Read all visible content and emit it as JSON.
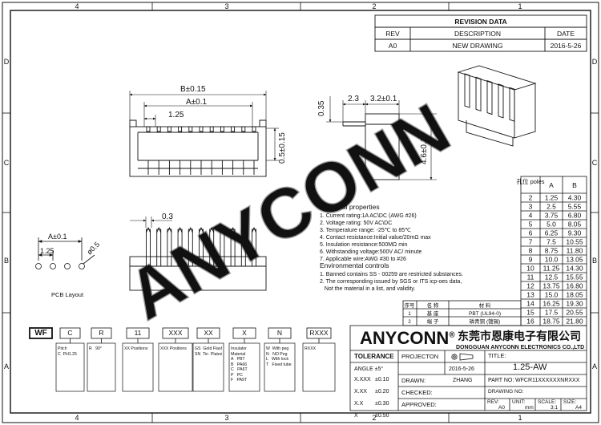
{
  "border": {
    "cols_top": [
      "4",
      "3",
      "2",
      "1"
    ],
    "cols_bottom": [
      "4",
      "3",
      "2",
      "1"
    ],
    "rows_left": [
      "D",
      "C",
      "B",
      "A"
    ],
    "rows_right": [
      "D",
      "C",
      "B",
      "A"
    ]
  },
  "watermark": "ANYCONN",
  "revision": {
    "title": "REVISION DATA",
    "headers": [
      "REV",
      "DESCRIPTION",
      "DATE"
    ],
    "row": [
      "A0",
      "NEW DRAWING",
      "2016-5-26"
    ]
  },
  "dims": {
    "b": "B±0.15",
    "a": "A±0.1",
    "pitch": "1.25",
    "d05": "0.5±0.15",
    "d035": "0.35",
    "d23": "2.3",
    "d32": "3.2±0.1",
    "d46": "4.6±0.1",
    "d03": "0.3",
    "pcb_a": "A±0.1",
    "pcb_pitch": "1.25",
    "pcb_hole": "ø0.5",
    "pcb_label": "PCB Layout"
  },
  "specs": {
    "elec_title": "Electrical properties",
    "elec": [
      "1. Current rating:1A AC\\DC (AWG #26)",
      "2. Voltage rating: 50V AC\\DC",
      "3. Temperature range: -25℃ to 85℃",
      "4. Contact resistance:Initial value/20mΩ max",
      "5. Insulation resistance:500MΩ min",
      "6. Withstanding voltage:500V AC/ minute",
      "7. Applicable wire:AWG #30 to #26"
    ],
    "env_title": "Environmental controls",
    "env": [
      "1. Banned contains SS - 00259 are restricted substances.",
      "2. The corresponding issued by SGS or ITS icp-oes data,",
      "   Not the material in a list, and validity."
    ]
  },
  "dim_table": {
    "header": [
      "孔位 poles",
      "A",
      "B"
    ],
    "rows": [
      [
        "2",
        "1.25",
        "4.30"
      ],
      [
        "3",
        "2.5",
        "5.55"
      ],
      [
        "4",
        "3.75",
        "6.80"
      ],
      [
        "5",
        "5.0",
        "8.05"
      ],
      [
        "6",
        "6.25",
        "9.30"
      ],
      [
        "7",
        "7.5",
        "10.55"
      ],
      [
        "8",
        "8.75",
        "11.80"
      ],
      [
        "9",
        "10.0",
        "13.05"
      ],
      [
        "10",
        "11.25",
        "14.30"
      ],
      [
        "11",
        "12.5",
        "15.55"
      ],
      [
        "12",
        "13.75",
        "16.80"
      ],
      [
        "13",
        "15.0",
        "18.05"
      ],
      [
        "14",
        "16.25",
        "19.30"
      ],
      [
        "15",
        "17.5",
        "20.55"
      ],
      [
        "16",
        "18.75",
        "21.80"
      ]
    ]
  },
  "materials": {
    "header": [
      "序号",
      "名  称",
      "材    料"
    ],
    "rows": [
      [
        "1",
        "基  座",
        "PBT  (UL94-0)"
      ],
      [
        "2",
        "端  子",
        "磷青铜 (镀锡)"
      ]
    ]
  },
  "part_code": {
    "boxes": [
      "WF",
      "C",
      "R",
      "11",
      "XXX",
      "XX",
      "X",
      "N",
      "RXXX"
    ],
    "legends": [
      "",
      "Pitch\nC  PH1.25",
      "R   90°",
      "XX Positions",
      "XXX Positions",
      "GS  Gold Flash\nSN  Tin  Plated",
      "Insulator\nMaterial\nA   PBT\nB   PA66\nC   PA6T\nP   PC\nF   PA9T",
      "W  With peg\nN   NO Peg\nL   With lock\nT   Fixed tube",
      "RXXX"
    ]
  },
  "company": {
    "name_en": "ANYCONN",
    "reg": "®",
    "name_cn": "东莞市恩康电子有限公司",
    "name_sub": "DONGGUAN  ANYCONN  ELECTRONICS CO.,LTD"
  },
  "title_block": {
    "tolerance_label": "TOLERANCE",
    "angle": "ANGLE  ±5°",
    "tol": [
      [
        "X.XXX",
        "±0.10"
      ],
      [
        "X.XX",
        "±0.20"
      ],
      [
        "X.X",
        "±0.30"
      ],
      [
        "X",
        "±0.50"
      ]
    ],
    "projection_label": "PROJECTON",
    "title_label": "TITLE:",
    "title_value": "1.25-AW",
    "date": "2016-5-26",
    "drawn_label": "DRAWN:",
    "drawn_value": "ZHANG",
    "checked_label": "CHECKED:",
    "approved_label": "APPROVED:",
    "part_no_label": "PART NO:",
    "part_no_value": "WFCR11XXXXXXNRXXX",
    "drawing_no_label": "DRAWING NO:",
    "rev_label": "REV:",
    "rev_value": "A0",
    "unit_label": "UNIT:",
    "unit_value": "mm",
    "scale_label": "SCALE:",
    "scale_value": "3:1",
    "size_label": "SIZE:",
    "size_value": "A4"
  }
}
